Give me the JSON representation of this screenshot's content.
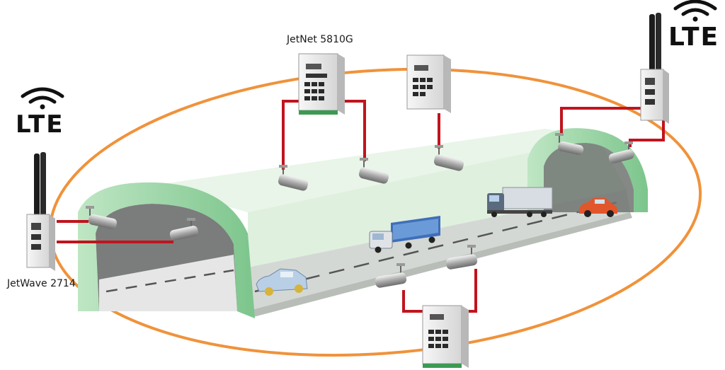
{
  "labels": {
    "jetnet_model": "JetNet 5810G",
    "jetwave_model": "JetWave 2714"
  },
  "lte": {
    "left": "LTE",
    "right": "LTE"
  },
  "colors": {
    "ring": "#f0923a",
    "link": "#c0141e",
    "tunnel_wall": "#e3f3e3",
    "tunnel_arch": "#8fcf9a",
    "road": "#d2d6d2"
  }
}
